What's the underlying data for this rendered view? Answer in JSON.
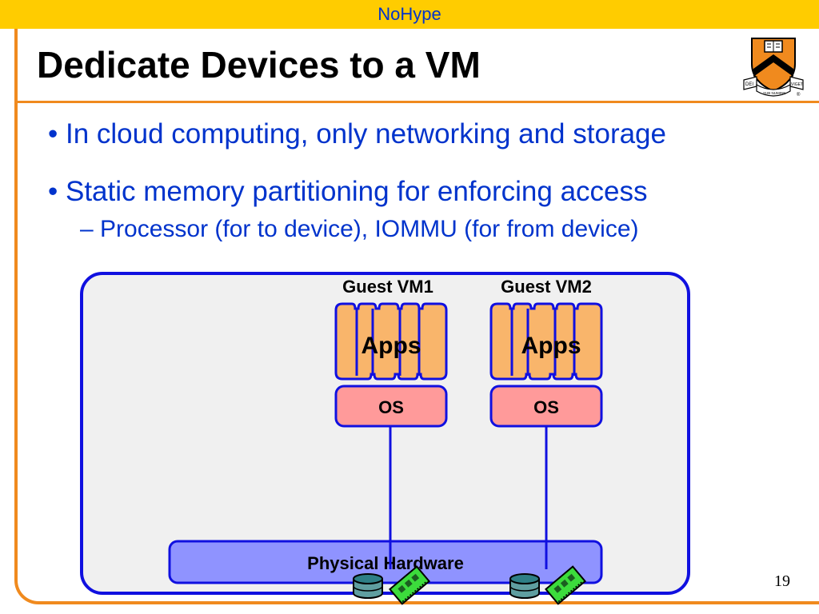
{
  "header": {
    "section": "NoHype"
  },
  "slide": {
    "title": "Dedicate Devices to a VM",
    "bullets": [
      "• In cloud computing, only networking and storage",
      "• Static memory partitioning for enforcing access"
    ],
    "sub_bullet": "– Processor (for to device), IOMMU (for from device)",
    "page_number": "19"
  },
  "logo": {
    "motto_left": "DEI",
    "motto_mid": "SUB NUMINE",
    "motto_right": "VIGET",
    "mark": "®"
  },
  "diagram": {
    "vm1": {
      "label": "Guest VM1",
      "apps": "Apps",
      "os": "OS"
    },
    "vm2": {
      "label": "Guest VM2",
      "apps": "Apps",
      "os": "OS"
    },
    "hardware": "Physical Hardware"
  },
  "colors": {
    "header_bg": "#ffcc00",
    "accent_orange": "#f08a1e",
    "text_blue": "#0033cc",
    "apps_fill": "#f9b56b",
    "os_fill": "#ff9a9a",
    "hardware_fill": "#8f93ff",
    "frame_blue": "#1010e0"
  }
}
